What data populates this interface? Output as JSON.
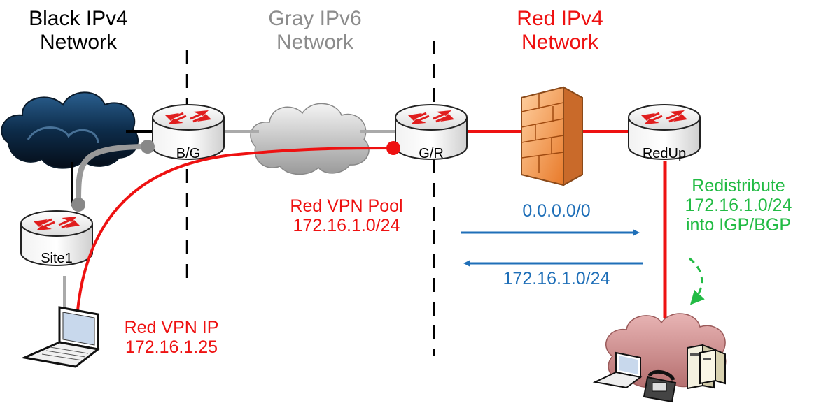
{
  "zones": {
    "black": {
      "line1": "Black IPv4",
      "line2": "Network",
      "color": "#000000"
    },
    "gray": {
      "line1": "Gray IPv6",
      "line2": "Network",
      "color": "#8c8c8c"
    },
    "red": {
      "line1": "Red IPv4",
      "line2": "Network",
      "color": "#ee1111"
    }
  },
  "devices": {
    "bg_router": "B/G",
    "gr_router": "G/R",
    "redup_router": "RedUp",
    "site1_router": "Site1"
  },
  "labels": {
    "vpn_pool": {
      "line1": "Red VPN Pool",
      "line2": "172.16.1.0/24"
    },
    "vpn_ip": {
      "line1": "Red VPN IP",
      "line2": "172.16.1.25"
    },
    "route_right": "0.0.0.0/0",
    "route_left": "172.16.1.0/24",
    "redistribute": {
      "line1": "Redistribute",
      "line2": "172.16.1.0/24",
      "line3": "into IGP/BGP"
    }
  },
  "colors": {
    "red": "#ee1111",
    "blue": "#1f6fb8",
    "green": "#22bb44",
    "gray": "#999999"
  }
}
